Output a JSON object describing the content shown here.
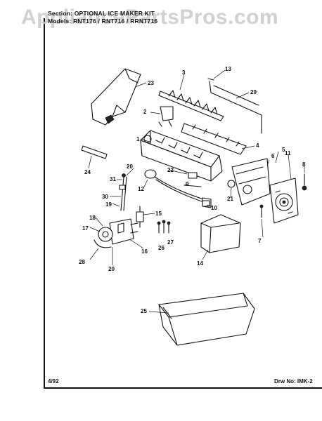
{
  "header": {
    "watermark": "AppliancePartsPros.com",
    "section_line": "Section: OPTIONAL ICE MAKER KIT",
    "models_line": "Models: RNT176 / RNT716 / RRNT716"
  },
  "footer": {
    "date": "4/92",
    "drawing_no": "Drw No: IMK-2"
  },
  "callouts": [
    "1",
    "2",
    "3",
    "4",
    "5",
    "6",
    "7",
    "8",
    "9",
    "10",
    "11",
    "12",
    "13",
    "14",
    "15",
    "16",
    "17",
    "18",
    "19",
    "20",
    "20",
    "21",
    "22",
    "23",
    "24",
    "25",
    "26",
    "27",
    "28",
    "29",
    "30",
    "31"
  ]
}
